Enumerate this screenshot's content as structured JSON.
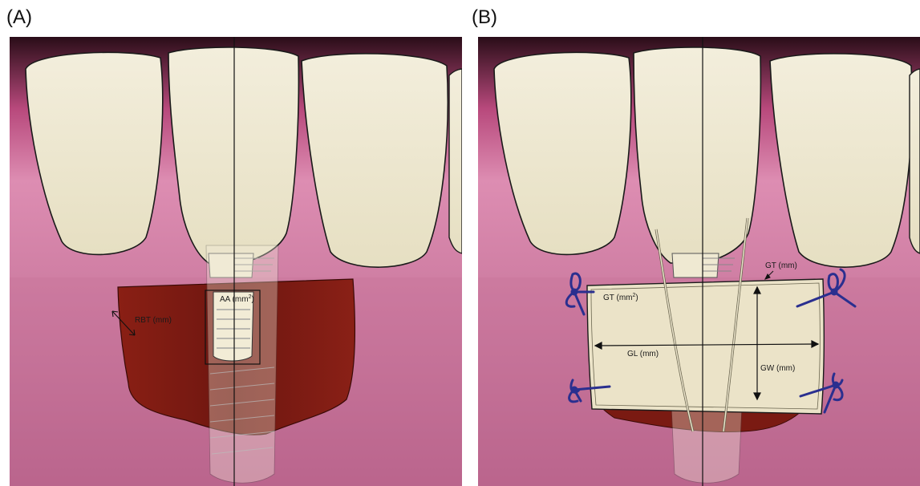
{
  "panel_a": {
    "label": "(A)",
    "aa_label": "AA (mm",
    "aa_sup": "2",
    "aa_close": ")",
    "rbt_label": "RBT (mm)"
  },
  "panel_b": {
    "label": "(B)",
    "gt_area_label": "GT (mm",
    "gt_area_sup": "2",
    "gt_area_close": ")",
    "gt_label": "GT (mm)",
    "gl_label": "GL (mm)",
    "gw_label": "GW (mm)"
  },
  "colors": {
    "gum_pink": "#d77ea5",
    "gum_dark": "#a8507a",
    "tooth_cream": "#ece6cf",
    "bone_red": "#7a1a12",
    "graft_beige": "#ebe3c8",
    "suture_blue": "#2a2f8f"
  }
}
